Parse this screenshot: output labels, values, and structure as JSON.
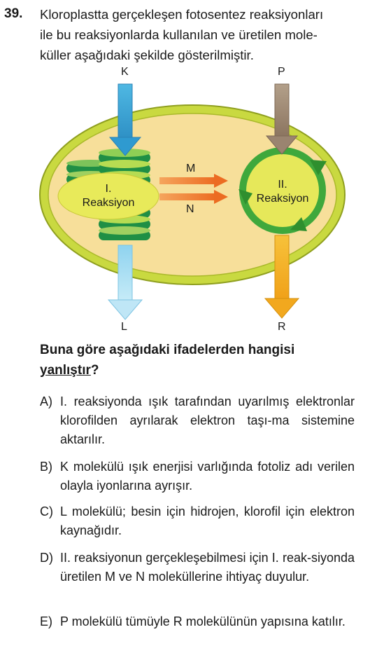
{
  "question": {
    "number": "39.",
    "stem_lines": [
      "Kloroplastta gerçekleşen fotosentez reaksiyonları",
      "ile bu reaksiyonlarda kullanılan ve üretilen mole-",
      "küller aşağıdaki şekilde gösterilmiştir."
    ],
    "ask_main": "Buna göre aşağıdaki ifadelerden hangisi",
    "ask_underlined": "yanlıştır",
    "ask_mark": "?"
  },
  "figure": {
    "label_K": "K",
    "label_P": "P",
    "label_L": "L",
    "label_R": "R",
    "label_M": "M",
    "label_N": "N",
    "reaction1_line1": "I.",
    "reaction1_line2": "Reaksiyon",
    "reaction2_line1": "II.",
    "reaction2_line2": "Reaksiyon"
  },
  "options": [
    {
      "key": "A)",
      "text": "I. reaksiyonda ışık tarafından uyarılmış elektronlar klorofilden ayrılarak elektron taşı-ma sistemine aktarılır."
    },
    {
      "key": "B)",
      "text": "K molekülü ışık enerjisi varlığında fotoliz adı verilen olayla iyonlarına ayrışır."
    },
    {
      "key": "C)",
      "text": "L molekülü; besin için hidrojen, klorofil için elektron kaynağıdır."
    },
    {
      "key": "D)",
      "text": "II. reaksiyonun gerçekleşebilmesi için I. reak-siyonda üretilen M ve N moleküllerine ihtiyaç duyulur."
    },
    {
      "key": "E)",
      "text": "P molekülü tümüyle R molekülünün yapısına katılır."
    }
  ],
  "colors": {
    "outer_membrane": "#c7d73a",
    "stroma": "#f6dd98",
    "granum_dark": "#1f8f45",
    "granum_light": "#c6e04c",
    "reaction_disc": "#e6e85a",
    "arrow_K_L": "#3aa6d6",
    "arrow_P": "#a08970",
    "arrow_R": "#f2a81e",
    "arrow_M_N": "#ee7a2b",
    "cycle_green": "#3fa83c"
  }
}
